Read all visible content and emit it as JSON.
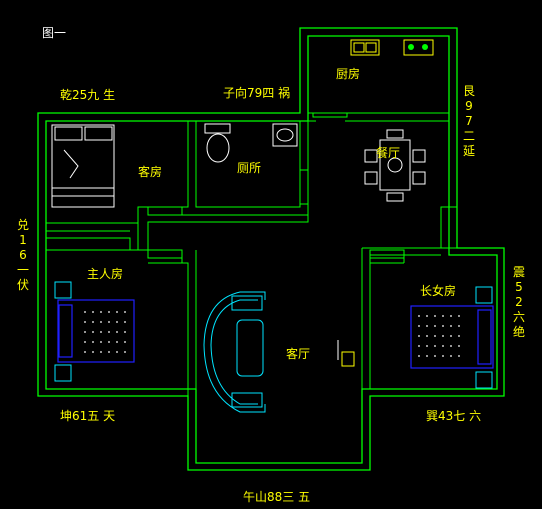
{
  "figure_title": "图一",
  "rooms": {
    "kitchen": "厨房",
    "guest_room": "客房",
    "toilet": "厕所",
    "dining": "餐厅",
    "master_bedroom": "主人房",
    "living_room": "客厅",
    "eldest_daughter_room": "长女房"
  },
  "directions": {
    "northwest": "乾25九 生",
    "north": "子向79四 祸",
    "northeast": "艮 97 二 延",
    "west": "兑 16 一 伏",
    "east": "震 52 六 绝",
    "southwest": "坤61五 天",
    "southeast": "巽43七 六",
    "south": "午山88三 五"
  },
  "colors": {
    "background": "#000000",
    "walls": "#00ff00",
    "labels": "#ffff00",
    "furniture": "#ffffff",
    "beds": "#2020ff",
    "fixtures": "#00e5ff"
  }
}
